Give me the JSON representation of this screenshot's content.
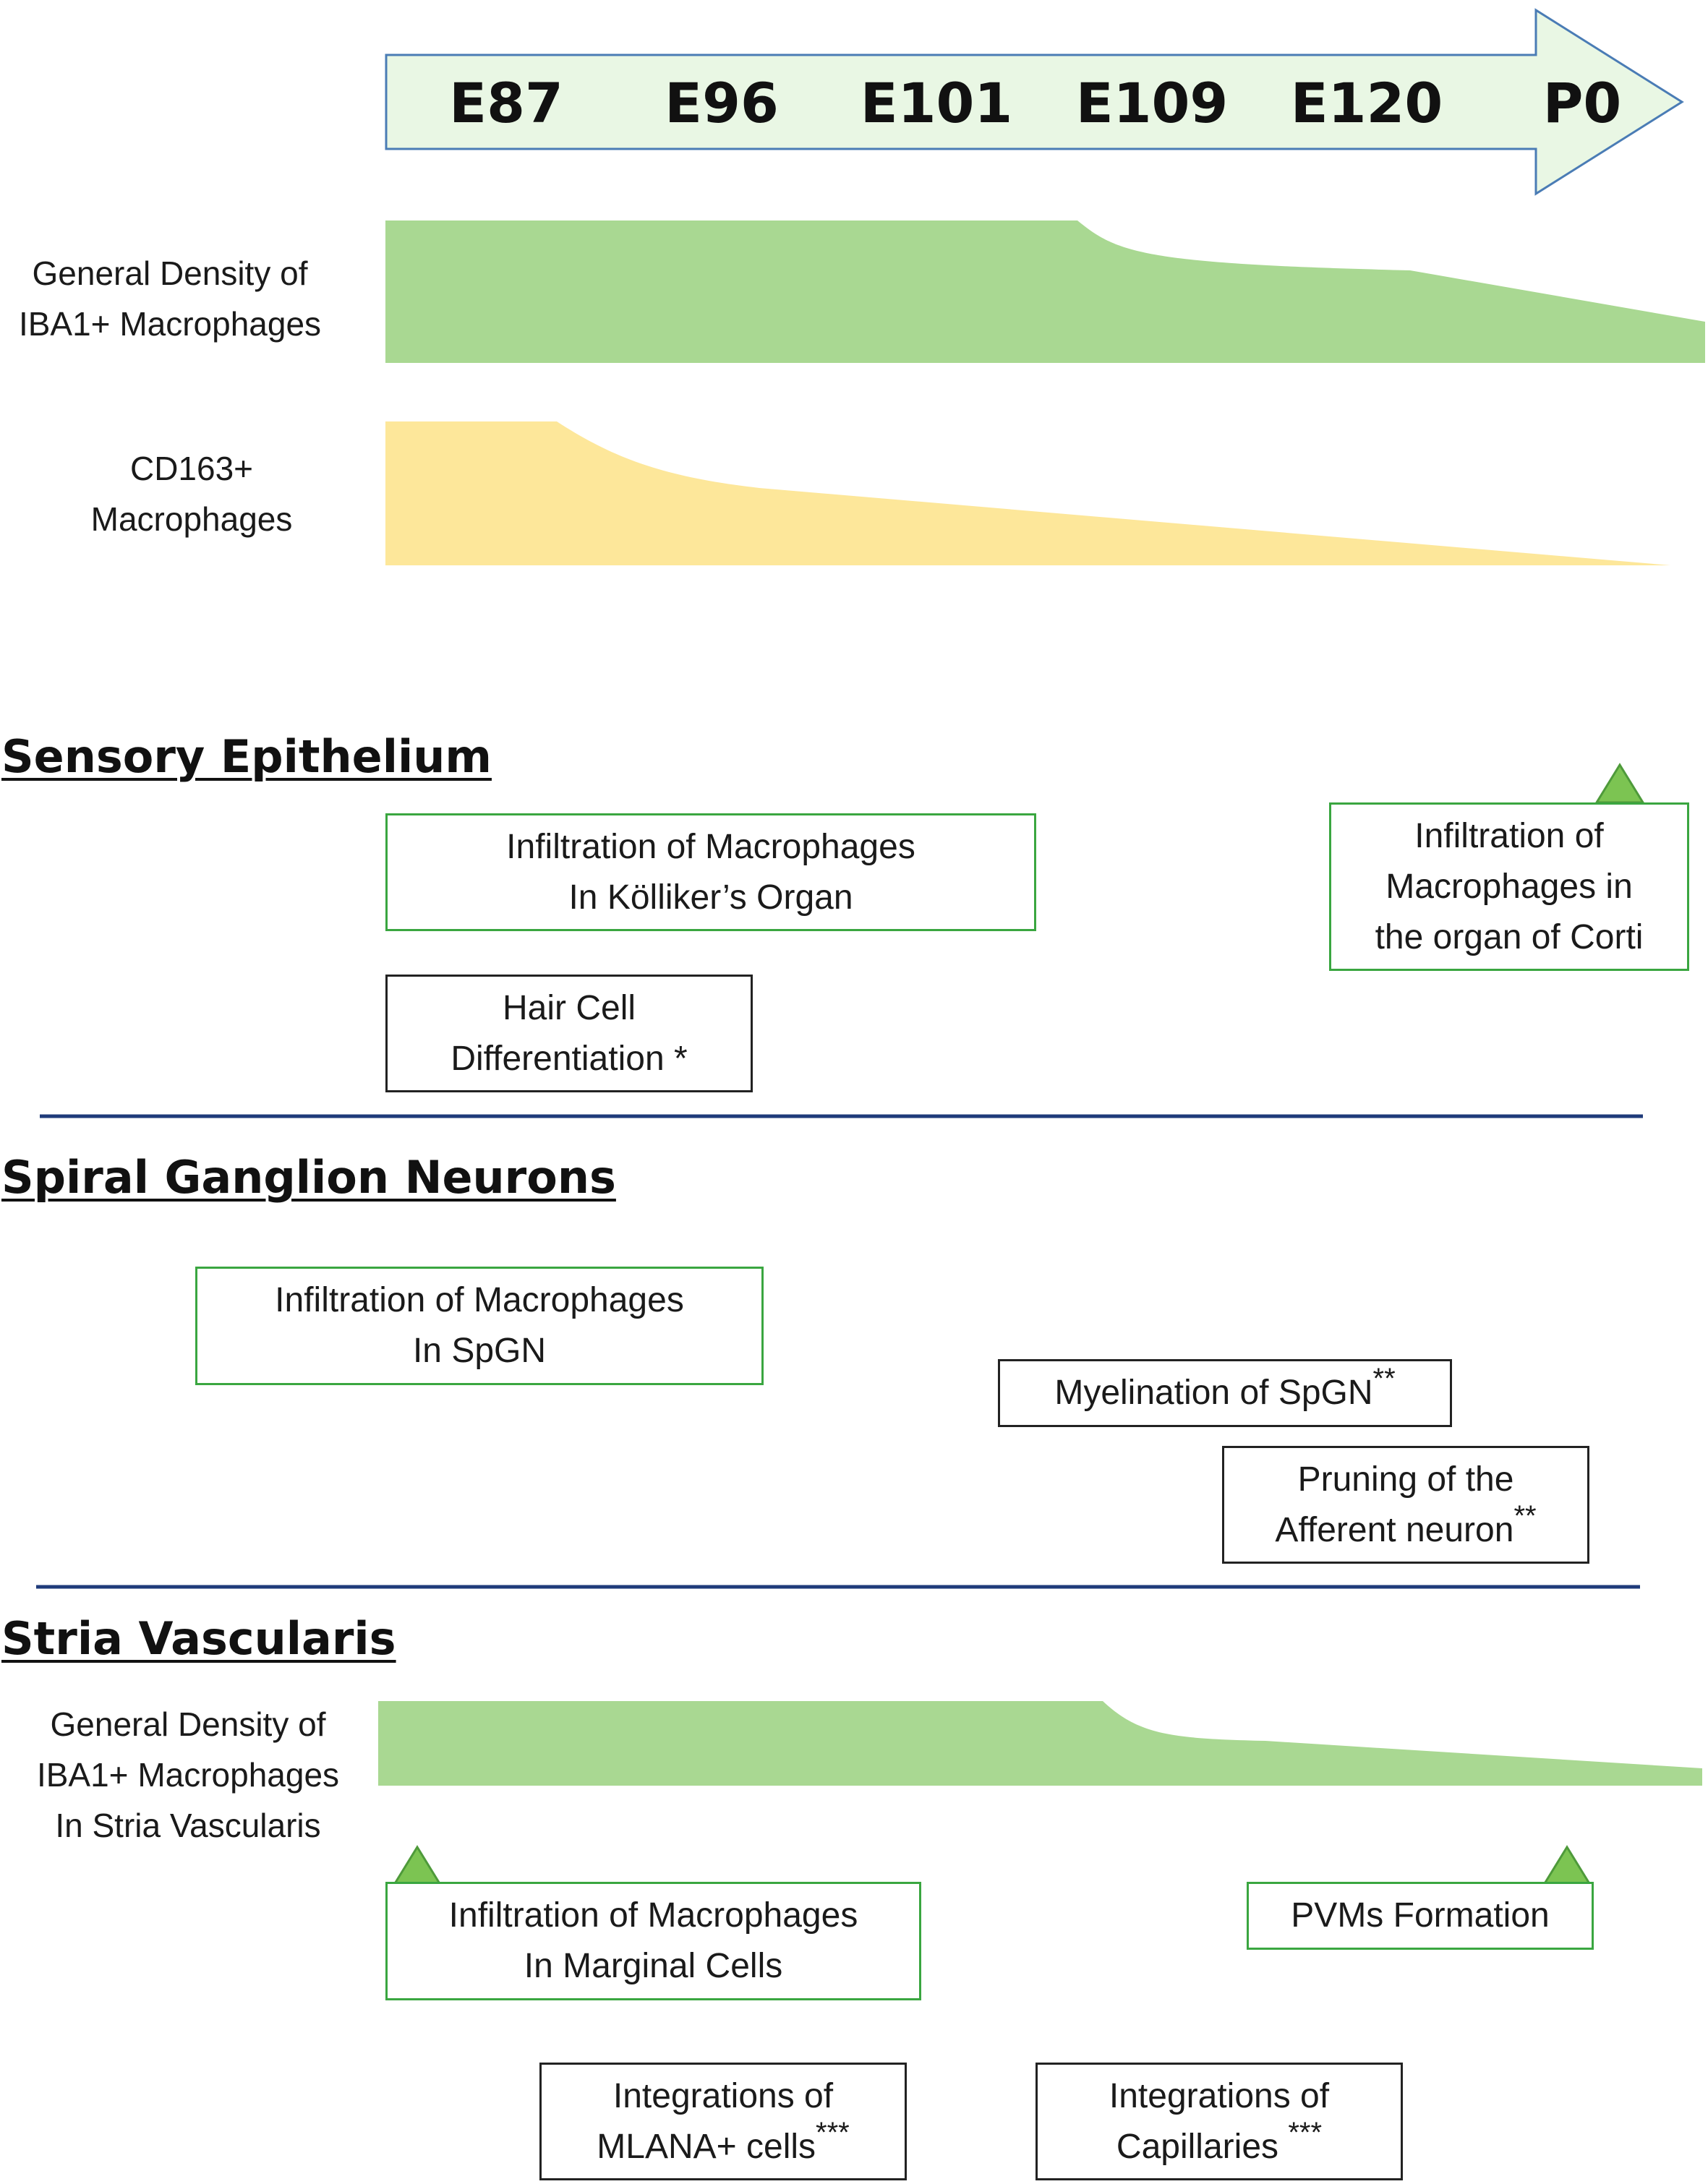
{
  "timeline": {
    "ticks": [
      "E87",
      "E96",
      "E101",
      "E109",
      "E120",
      "P0"
    ],
    "arrow_fill": "#e9f7e4",
    "arrow_stroke": "#4a7cb5"
  },
  "density_general": {
    "label_line1": "General Density of",
    "label_line2": "IBA1+ Macrophages",
    "color": "#a9d892"
  },
  "density_cd163": {
    "label_line1": "CD163+",
    "label_line2": "Macrophages",
    "color": "#fde79a"
  },
  "sensory": {
    "title": "Sensory Epithelium",
    "kolliker": {
      "line1": "Infiltration of Macrophages",
      "line2": "In Kölliker’s Organ"
    },
    "corti": {
      "line1": "Infiltration of",
      "line2": "Macrophages in",
      "line3": "the organ  of Corti"
    },
    "hair": {
      "line1": "Hair Cell",
      "line2": "Differentiation *"
    }
  },
  "spiral": {
    "title": "Spiral Ganglion Neurons",
    "infiltration": {
      "line1": "Infiltration of Macrophages",
      "line2": "In SpGN"
    },
    "myelination": {
      "text": "Myelination of SpGN",
      "mark": "**"
    },
    "pruning": {
      "line1": "Pruning of the",
      "line2": "Afferent neuron",
      "mark": "**"
    }
  },
  "stria": {
    "title": "Stria Vascularis",
    "density": {
      "line1": "General Density of",
      "line2": "IBA1+ Macrophages",
      "line3": "In Stria Vascularis"
    },
    "marginal": {
      "line1": "Infiltration of Macrophages",
      "line2": "In Marginal Cells"
    },
    "pvm": {
      "text": "PVMs Formation"
    },
    "mlana": {
      "line1": "Integrations of",
      "line2": "MLANA+ cells",
      "mark": "***"
    },
    "capillaries": {
      "line1": "Integrations of",
      "line2": "Capillaries",
      "mark": "***"
    }
  },
  "colors": {
    "divider": "#1f3b7a",
    "green_border": "#3aa640",
    "marker_fill": "#7cc452"
  }
}
